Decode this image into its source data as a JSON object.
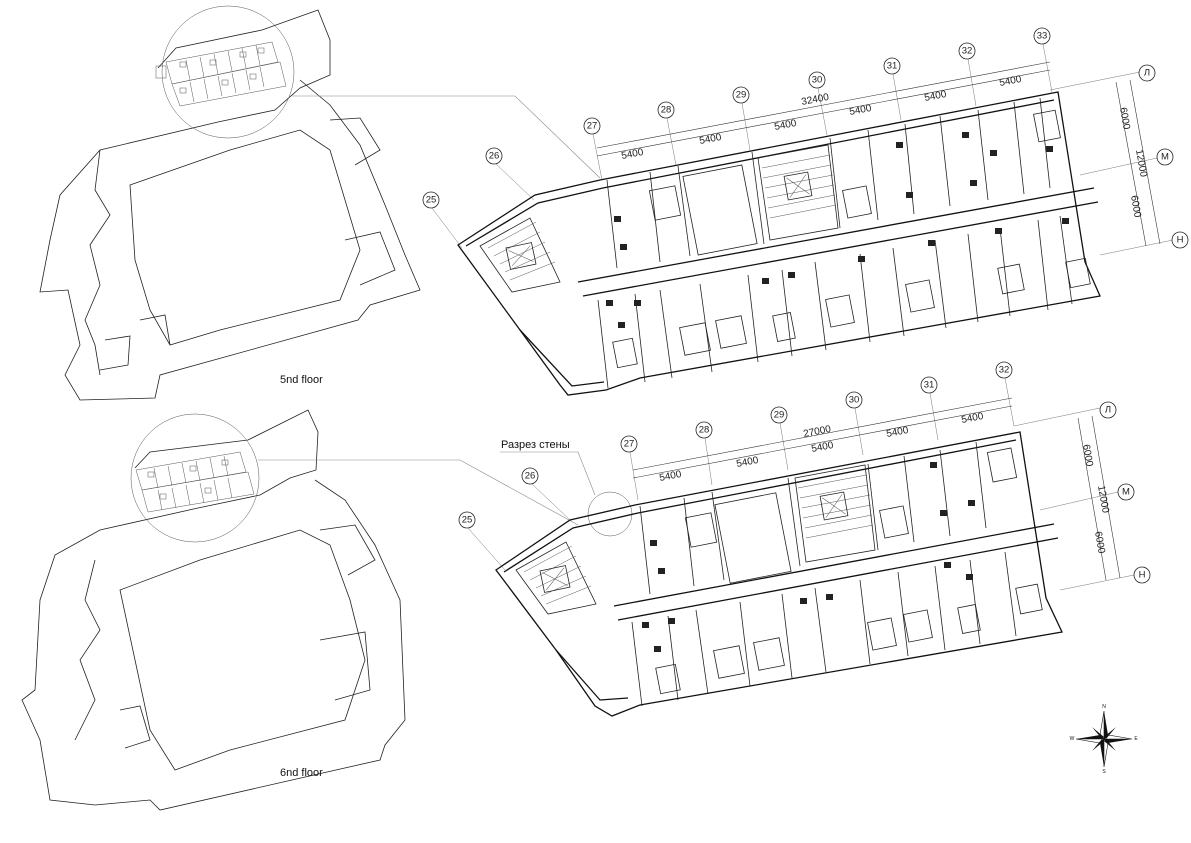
{
  "floors": [
    {
      "caption": "5nd floor",
      "axes_numbers": [
        "25",
        "26",
        "27",
        "28",
        "29",
        "30",
        "31",
        "32",
        "33"
      ],
      "axes_letters": [
        "Л",
        "М",
        "Н"
      ],
      "dims_top": [
        "5400",
        "5400",
        "5400",
        "5400",
        "5400",
        "5400"
      ],
      "dim_total": "32400",
      "dims_side": [
        "6000",
        "12000",
        "6000"
      ]
    },
    {
      "caption": "6nd floor",
      "axes_numbers": [
        "25",
        "26",
        "27",
        "28",
        "29",
        "30",
        "31",
        "32"
      ],
      "axes_letters": [
        "Л",
        "М",
        "Н"
      ],
      "dims_top": [
        "5400",
        "5400",
        "5400",
        "5400",
        "5400"
      ],
      "dim_total": "27000",
      "dims_side": [
        "6000",
        "12000",
        "6000"
      ],
      "section_note": "Разрез стены"
    }
  ],
  "compass": {
    "n": "N",
    "s": "S",
    "e": "E",
    "w": "W"
  }
}
